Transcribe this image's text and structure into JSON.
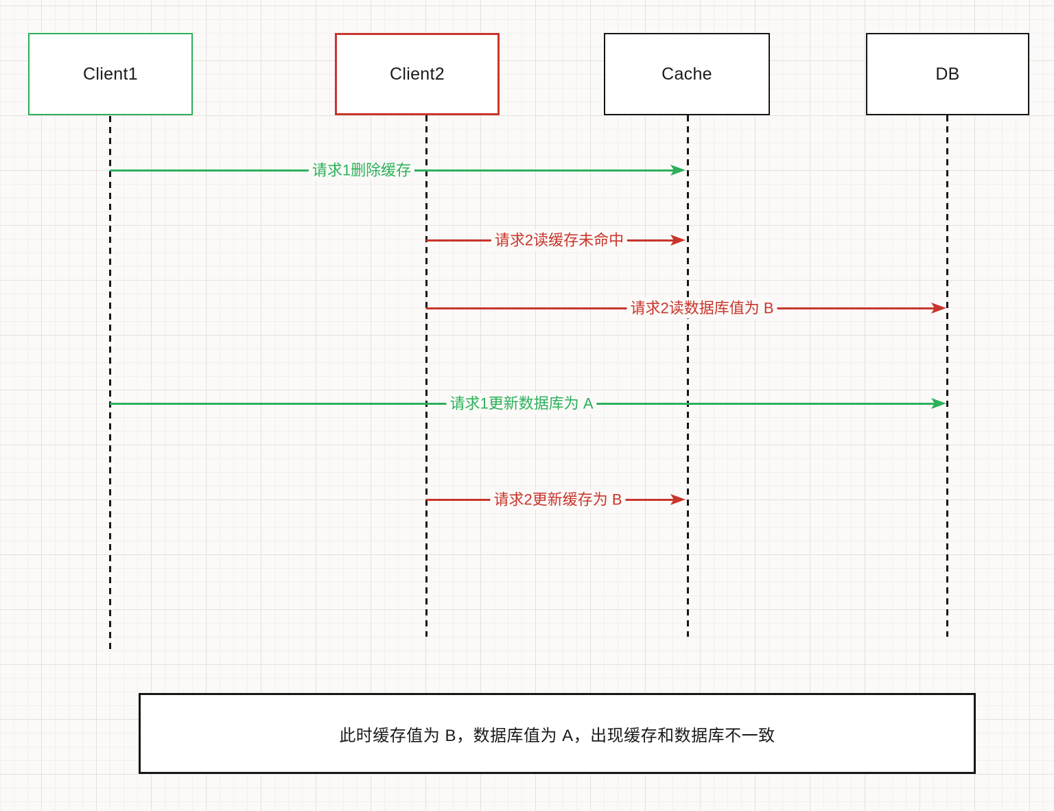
{
  "diagram_type": "sequence-diagram",
  "colors": {
    "green": "#2cb05a",
    "red": "#c8352b",
    "black": "#161616",
    "background": "#fbfaf8"
  },
  "actors": [
    {
      "id": "client1",
      "label": "Client1",
      "border_color": "#2cb05a"
    },
    {
      "id": "client2",
      "label": "Client2",
      "border_color": "#c8352b"
    },
    {
      "id": "cache",
      "label": "Cache",
      "border_color": "#161616"
    },
    {
      "id": "db",
      "label": "DB",
      "border_color": "#161616"
    }
  ],
  "messages": [
    {
      "from": "Client1",
      "to": "Cache",
      "label": "请求1删除缓存",
      "color": "#2cb05a"
    },
    {
      "from": "Client2",
      "to": "Cache",
      "label": "请求2读缓存未命中",
      "color": "#c8352b"
    },
    {
      "from": "Client2",
      "to": "DB",
      "label": "请求2读数据库值为 B",
      "color": "#c8352b"
    },
    {
      "from": "Client1",
      "to": "DB",
      "label": "请求1更新数据库为 A",
      "color": "#2cb05a"
    },
    {
      "from": "Client2",
      "to": "Cache",
      "label": "请求2更新缓存为 B",
      "color": "#c8352b"
    }
  ],
  "note": {
    "text": "此时缓存值为 B，数据库值为 A，出现缓存和数据库不一致"
  }
}
